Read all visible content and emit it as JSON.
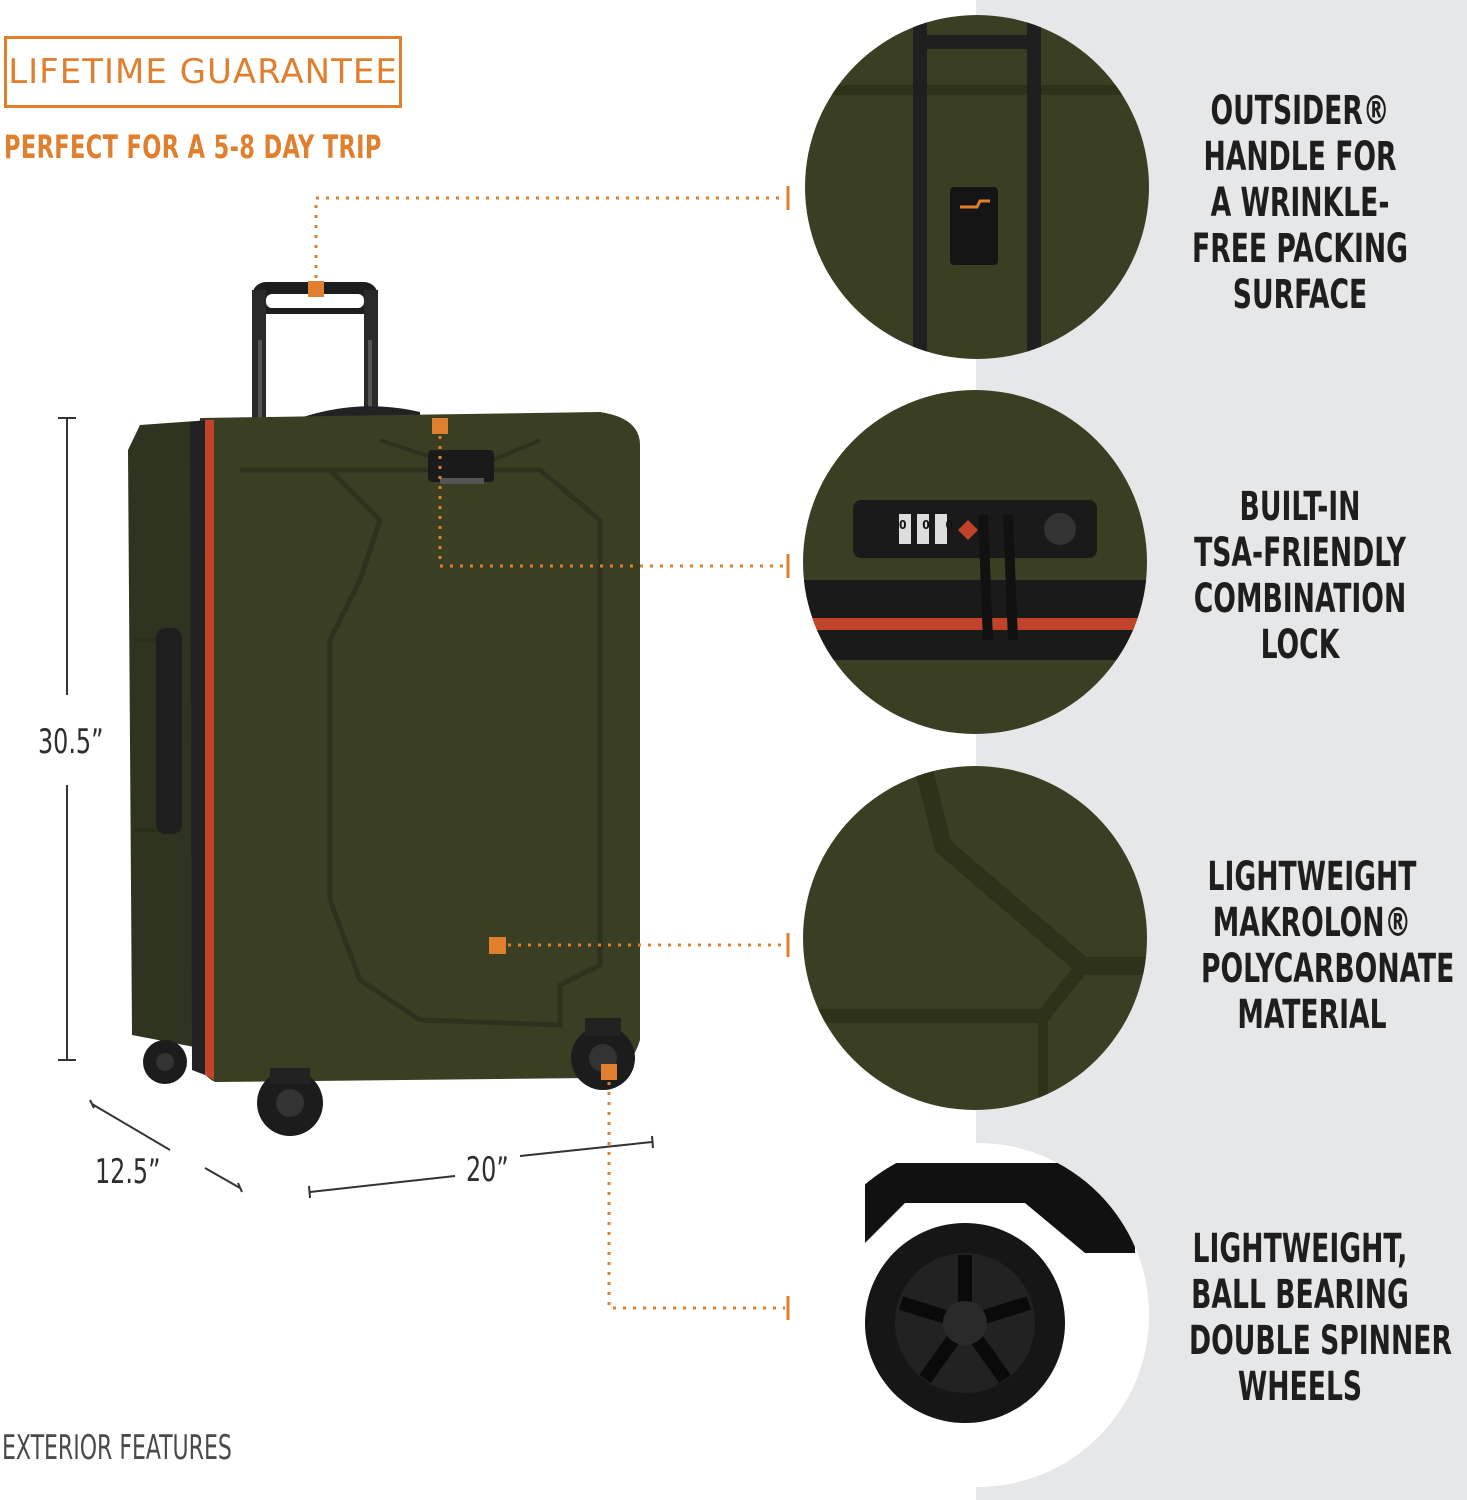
{
  "header": {
    "guarantee": "LIFETIME GUARANTEE",
    "trip": "PERFECT FOR A 5-8 DAY TRIP"
  },
  "dimensions": {
    "height": "30.5”",
    "depth": "12.5”",
    "width": "20”"
  },
  "features": [
    {
      "lines": [
        "OUTSIDER®",
        "HANDLE FOR",
        "A WRINKLE-",
        "FREE PACKING",
        "SURFACE"
      ]
    },
    {
      "lines": [
        "BUILT-IN",
        "TSA-FRIENDLY",
        "COMBINATION",
        "LOCK"
      ]
    },
    {
      "lines": [
        "LIGHTWEIGHT",
        "MAKROLON®",
        "POLYCARBONATE",
        "MATERIAL"
      ]
    },
    {
      "lines": [
        "LIGHTWEIGHT,",
        "BALL BEARING",
        "DOUBLE SPINNER",
        "WHEELS"
      ]
    }
  ],
  "footer": "EXTERIOR FEATURES",
  "lock_digits": [
    "0",
    "0",
    "0"
  ],
  "colors": {
    "accent": "#e07f2e",
    "shell": "#3a3f24",
    "panel": "#e6e7e9"
  }
}
